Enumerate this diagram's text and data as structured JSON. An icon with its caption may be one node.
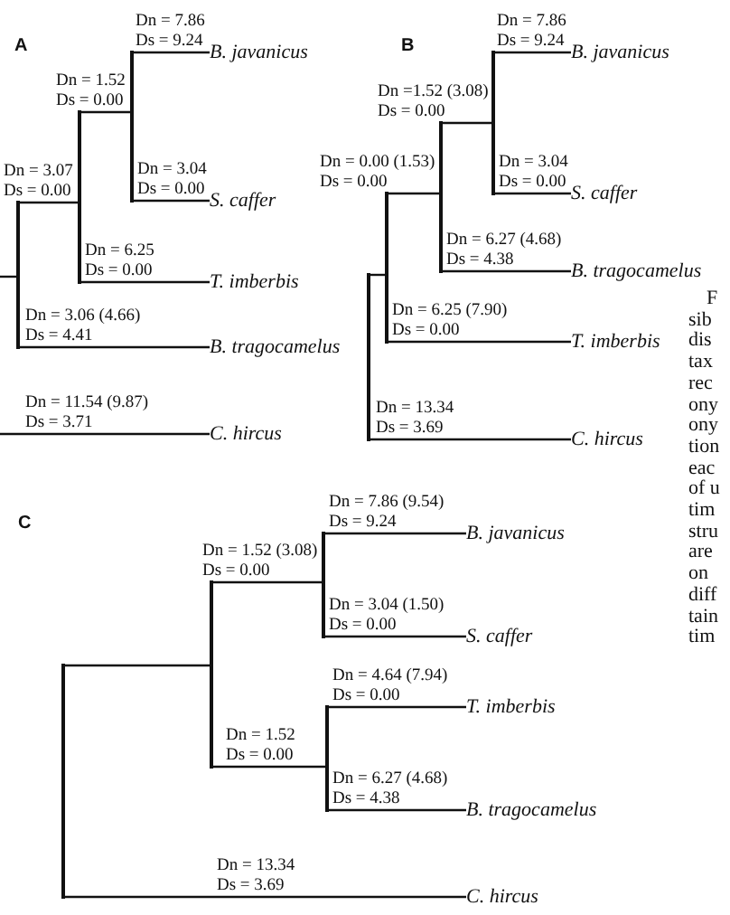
{
  "diagram": {
    "nodes": [
      {
        "text": [],
        "shape": "bar"
      },
      {
        "text": [],
        "shape": "bar"
      },
      {
        "text": [],
        "shape": "bar"
      },
      {
        "text": [
          "B. javanicus"
        ]
      },
      {
        "text": [
          "S. caffer"
        ]
      },
      {
        "text": [
          "T. imberbis"
        ]
      },
      {
        "text": [
          "B. tragocamelus"
        ]
      },
      {
        "text": [
          "C. hircus"
        ]
      },
      {
        "text": [],
        "shape": "bar"
      },
      {
        "text": [],
        "shape": "bar"
      },
      {
        "text": [],
        "shape": "bar"
      },
      {
        "text": [],
        "shape": "bar"
      },
      {
        "text": [
          "B. javanicus"
        ]
      },
      {
        "text": [
          "S. caffer"
        ]
      },
      {
        "text": [
          "B. tragocamelus"
        ]
      },
      {
        "text": [
          "T. imberbis"
        ]
      },
      {
        "text": [
          "C. hircus"
        ]
      },
      {
        "text": [],
        "shape": "bar"
      },
      {
        "text": [],
        "shape": "bar"
      },
      {
        "text": [],
        "shape": "bar"
      },
      {
        "text": [],
        "shape": "bar"
      },
      {
        "text": [
          "B. javanicus"
        ]
      },
      {
        "text": [
          "S. caffer"
        ]
      },
      {
        "text": [
          "T. imberbis"
        ]
      },
      {
        "text": [
          "B. tragocamelus"
        ]
      },
      {
        "text": [
          "C. hircus"
        ]
      }
    ],
    "edges": [
      {
        "from": null,
        "to": 0,
        "arrow": "none"
      },
      {
        "from": 0,
        "to": 1,
        "arrow": "none",
        "label": "Dn = 3.07 Ds = 0.00"
      },
      {
        "from": 1,
        "to": 2,
        "arrow": "none",
        "label": "Dn = 1.52 Ds = 0.00"
      },
      {
        "from": 2,
        "to": 3,
        "arrow": "none",
        "label": "Dn = 7.86 Ds = 9.24"
      },
      {
        "from": 2,
        "to": 4,
        "arrow": "none",
        "label": "Dn = 3.04 Ds = 0.00"
      },
      {
        "from": 1,
        "to": 5,
        "arrow": "none",
        "label": "Dn = 6.25 Ds = 0.00"
      },
      {
        "from": 0,
        "to": 6,
        "arrow": "none",
        "label": "Dn = 3.06 (4.66) Ds = 4.41"
      },
      {
        "from": null,
        "to": 7,
        "arrow": "none",
        "label": "Dn = 11.54 (9.87) Ds = 3.71"
      },
      {
        "from": 8,
        "to": 9,
        "arrow": "none"
      },
      {
        "from": 9,
        "to": 10,
        "arrow": "none",
        "label": "Dn = 0.00 (1.53) Ds = 0.00"
      },
      {
        "from": 10,
        "to": 11,
        "arrow": "none",
        "label": "Dn =1.52 (3.08) Ds = 0.00"
      },
      {
        "from": 11,
        "to": 12,
        "arrow": "none",
        "label": "Dn = 7.86 Ds = 9.24"
      },
      {
        "from": 11,
        "to": 13,
        "arrow": "none",
        "label": "Dn = 3.04 Ds = 0.00"
      },
      {
        "from": 10,
        "to": 14,
        "arrow": "none",
        "label": "Dn = 6.27 (4.68) Ds = 4.38"
      },
      {
        "from": 9,
        "to": 15,
        "arrow": "none",
        "label": "Dn = 6.25 (7.90) Ds = 0.00"
      },
      {
        "from": 8,
        "to": 16,
        "arrow": "none",
        "label": "Dn = 13.34 Ds = 3.69"
      },
      {
        "from": 17,
        "to": 18,
        "arrow": "none"
      },
      {
        "from": 18,
        "to": 19,
        "arrow": "none",
        "label": "Dn = 1.52 (3.08) Ds = 0.00"
      },
      {
        "from": 19,
        "to": 21,
        "arrow": "none",
        "label": "Dn = 7.86 (9.54) Ds = 9.24"
      },
      {
        "from": 19,
        "to": 22,
        "arrow": "none",
        "label": "Dn = 3.04 (1.50) Ds = 0.00"
      },
      {
        "from": 18,
        "to": 20,
        "arrow": "none",
        "label": "Dn = 1.52 Ds = 0.00"
      },
      {
        "from": 20,
        "to": 23,
        "arrow": "none",
        "label": "Dn = 4.64 (7.94) Ds = 0.00"
      },
      {
        "from": 20,
        "to": 24,
        "arrow": "none",
        "label": "Dn = 6.27 (4.68) Ds = 4.38"
      },
      {
        "from": 17,
        "to": 25,
        "arrow": "none",
        "label": "Dn = 13.34 Ds = 3.69"
      }
    ],
    "labels": [
      "A",
      "B",
      "F sib dis tax rec ony ony tion eac of u tim stru are on diff tain tim",
      "C"
    ]
  }
}
